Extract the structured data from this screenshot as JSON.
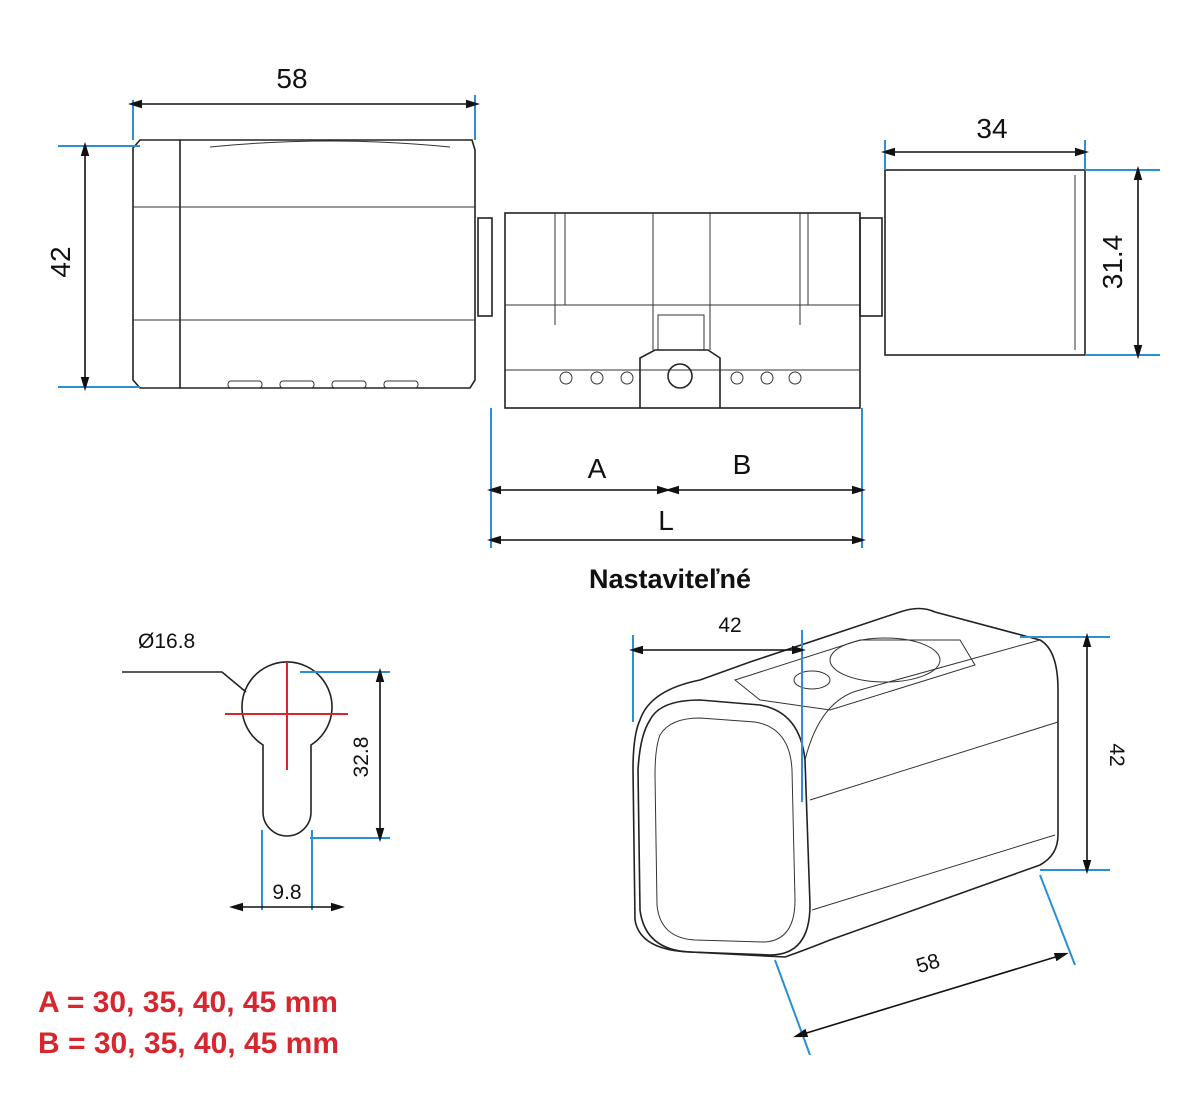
{
  "top_view": {
    "body_width": "58",
    "body_height": "42",
    "knob_width": "34",
    "knob_height": "31.4",
    "dim_a": "A",
    "dim_b": "B",
    "dim_l": "L",
    "adjustable_caption": "Nastaviteľné"
  },
  "profile_view": {
    "diameter": "Ø16.8",
    "height": "32.8",
    "width": "9.8"
  },
  "iso_view": {
    "width": "42",
    "height": "42",
    "depth": "58"
  },
  "notes": {
    "line_a": "A = 30, 35, 40, 45 mm",
    "line_b": "B = 30, 35, 40, 45 mm"
  },
  "colors": {
    "extension": "#2b8fd6",
    "note": "#d7262e",
    "crosshair": "#d7262e"
  }
}
